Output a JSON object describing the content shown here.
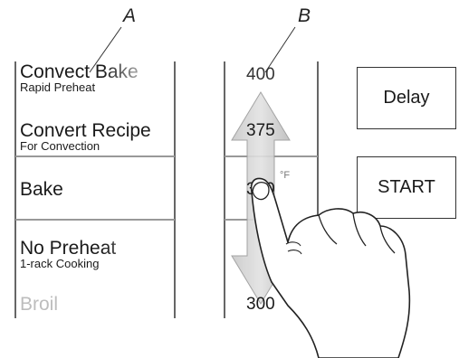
{
  "callouts": {
    "a": "A",
    "b": "B"
  },
  "modes": [
    {
      "title": "Convect Bake",
      "subtitle": "Rapid Preheat"
    },
    {
      "title": "Convert Recipe",
      "subtitle": "For Convection"
    },
    {
      "title": "Bake",
      "subtitle": ""
    },
    {
      "title": "No Preheat",
      "subtitle": "1-rack Cooking"
    },
    {
      "title": "Broil",
      "subtitle": ""
    }
  ],
  "temperatures": [
    "400",
    "375",
    "350",
    "300"
  ],
  "temperature_unit": "°F",
  "buttons": {
    "delay": "Delay",
    "start": "START"
  }
}
